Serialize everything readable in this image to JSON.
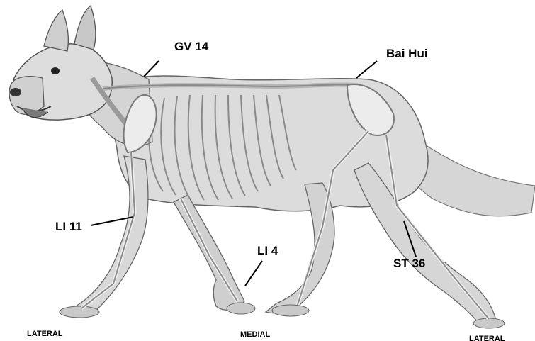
{
  "acupoints": {
    "gv14": "GV 14",
    "bai_hui": "Bai Hui",
    "li11": "LI 11",
    "li4": "LI 4",
    "st36": "ST 36"
  },
  "view_labels": {
    "left": "LATERAL",
    "center": "MEDIAL",
    "right": "LATERAL"
  },
  "colors": {
    "ink": "#000000",
    "fur": "#d9d9d9",
    "bone": "#f4f4f4",
    "outline": "#6b6b6b"
  }
}
